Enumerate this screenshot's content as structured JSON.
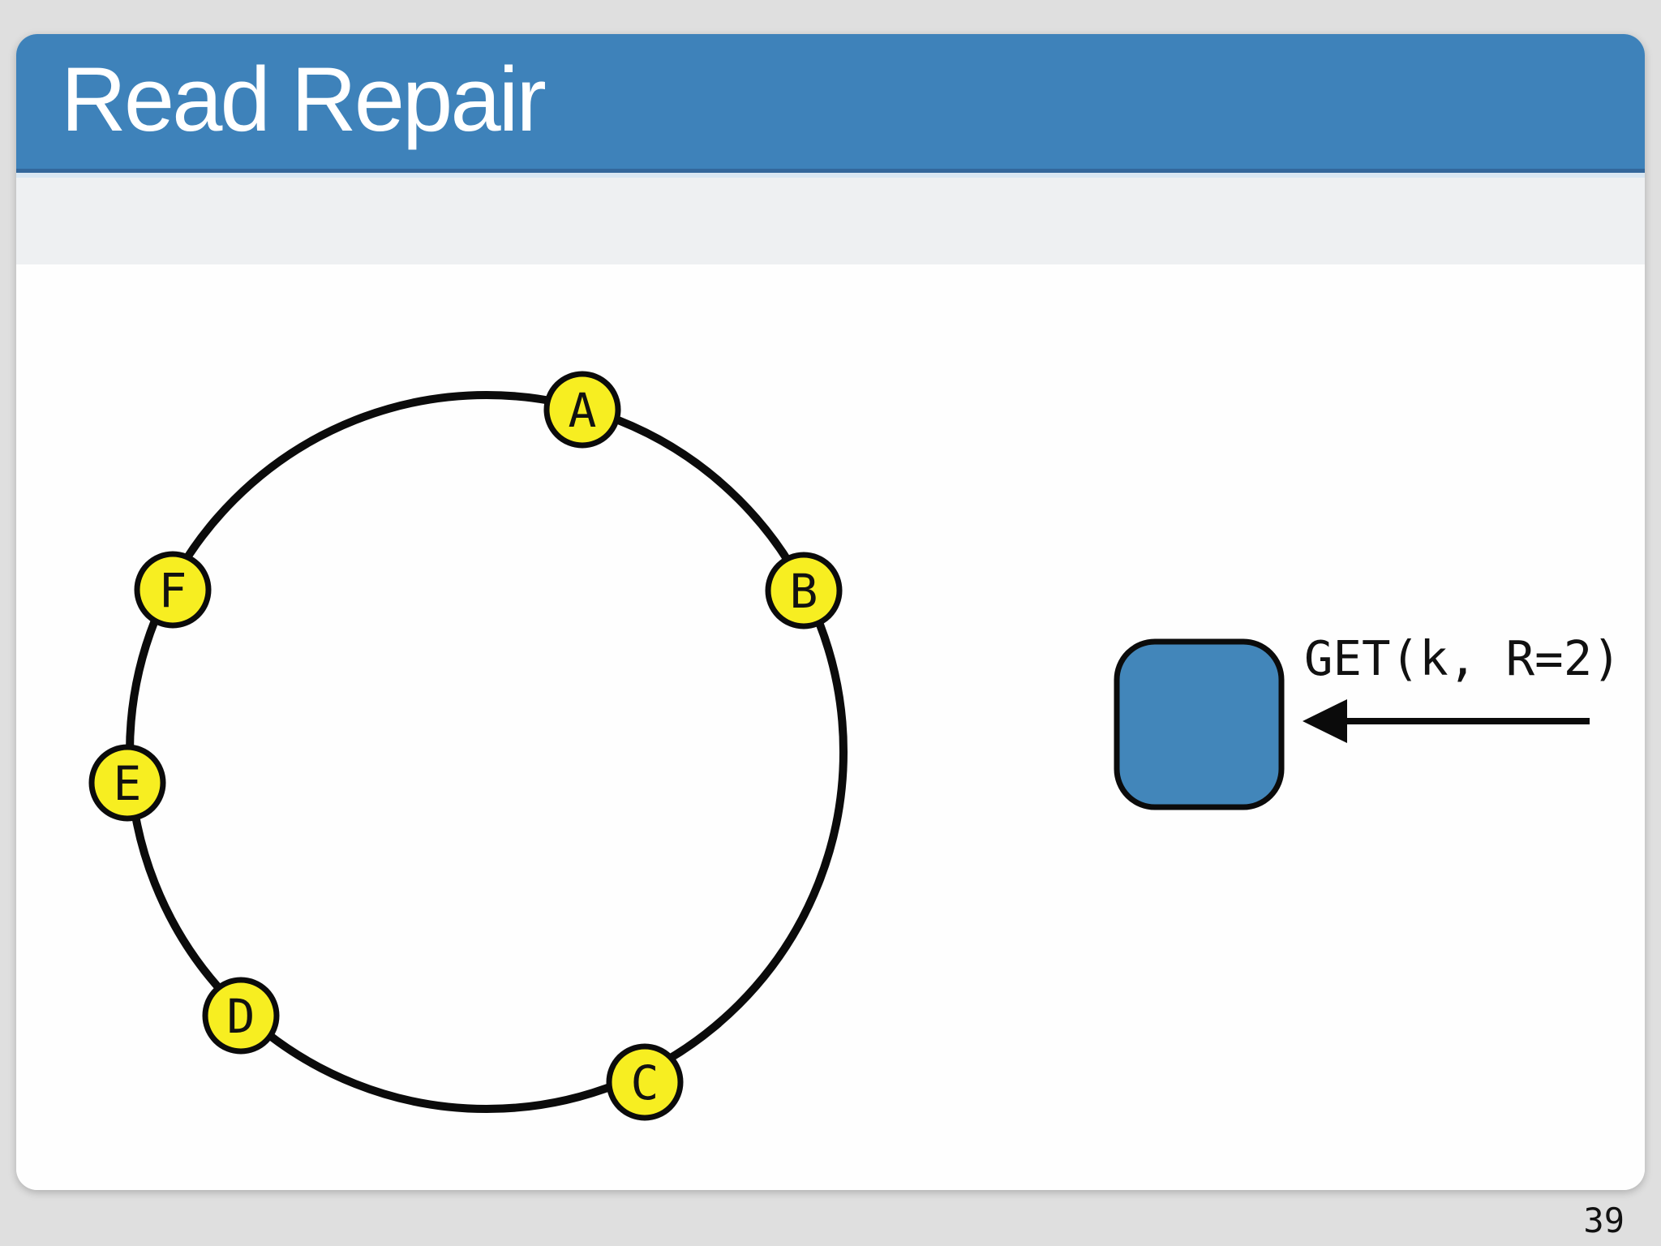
{
  "slide": {
    "title": "Read Repair",
    "page_number": "39"
  },
  "diagram": {
    "ring": {
      "description": "consistent-hashing ring of nodes",
      "nodes": [
        {
          "label": "A"
        },
        {
          "label": "B"
        },
        {
          "label": "C"
        },
        {
          "label": "D"
        },
        {
          "label": "E"
        },
        {
          "label": "F"
        }
      ]
    },
    "client": {
      "shape": "blue-rounded-square",
      "request_label": "GET(k, R=2)",
      "arrow_direction": "left"
    }
  },
  "colors": {
    "page_background": "#dfdfdf",
    "header_blue": "#3e82ba",
    "header_border_blue": "#33679b",
    "strip_gray": "#eef0f2",
    "content_white": "#fefefe",
    "node_yellow": "#f7ee21",
    "client_blue": "#4286ba",
    "stroke_black": "#0b0b0b",
    "title_text": "#ffffff",
    "body_text": "#111111"
  }
}
